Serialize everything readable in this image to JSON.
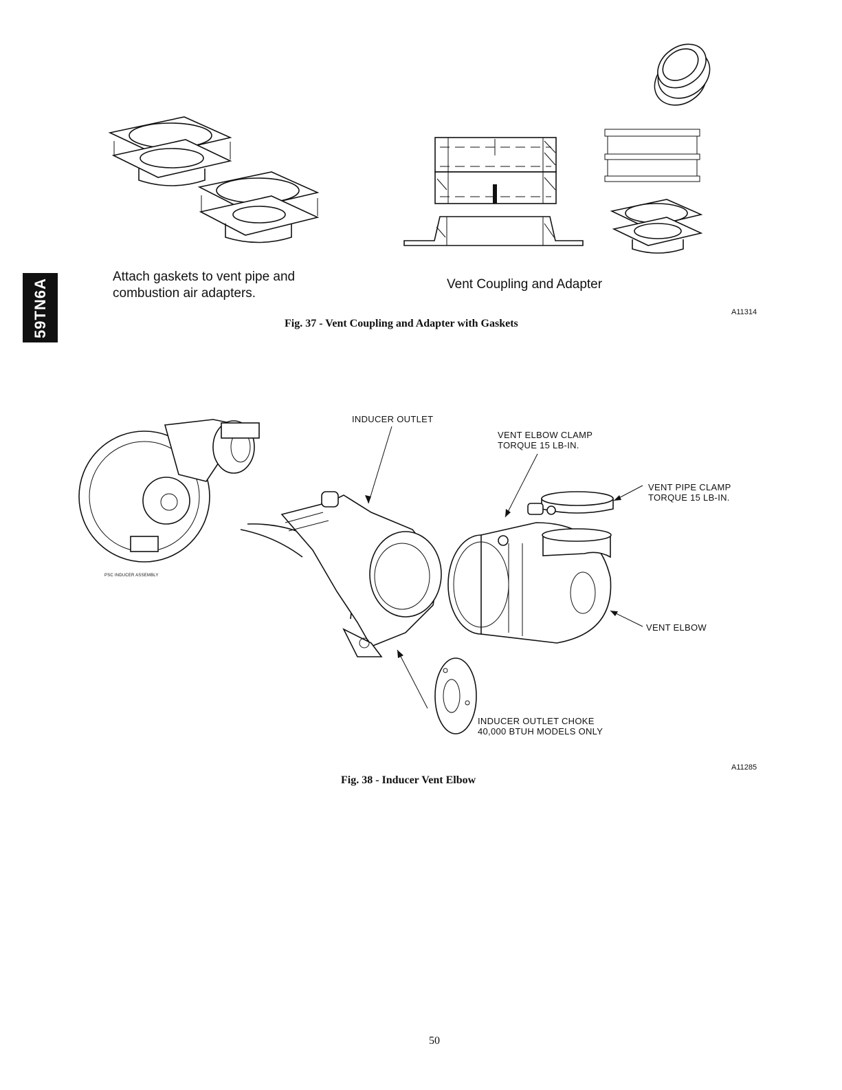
{
  "side_tab": "59TN6A",
  "fig37": {
    "left_caption": [
      "Attach gaskets to vent pipe and",
      "combustion air adapters."
    ],
    "center_caption": "Vent Coupling and Adapter",
    "ref": "A11314",
    "caption": "Fig. 37 - Vent Coupling and Adapter with Gaskets"
  },
  "fig38": {
    "psc_label": "PSC INDUCER ASSEMBLY",
    "labels": {
      "inducer_outlet": "INDUCER OUTLET",
      "vent_elbow_clamp": [
        "VENT ELBOW CLAMP",
        "TORQUE 15 LB-IN."
      ],
      "vent_pipe_clamp": [
        "VENT PIPE CLAMP",
        "TORQUE 15 LB-IN."
      ],
      "vent_elbow": "VENT ELBOW",
      "choke": [
        "INDUCER OUTLET CHOKE",
        "40,000 BTUH MODELS ONLY"
      ]
    },
    "ref": "A11285",
    "caption": "Fig. 38 - Inducer Vent Elbow"
  },
  "page_number": "50"
}
